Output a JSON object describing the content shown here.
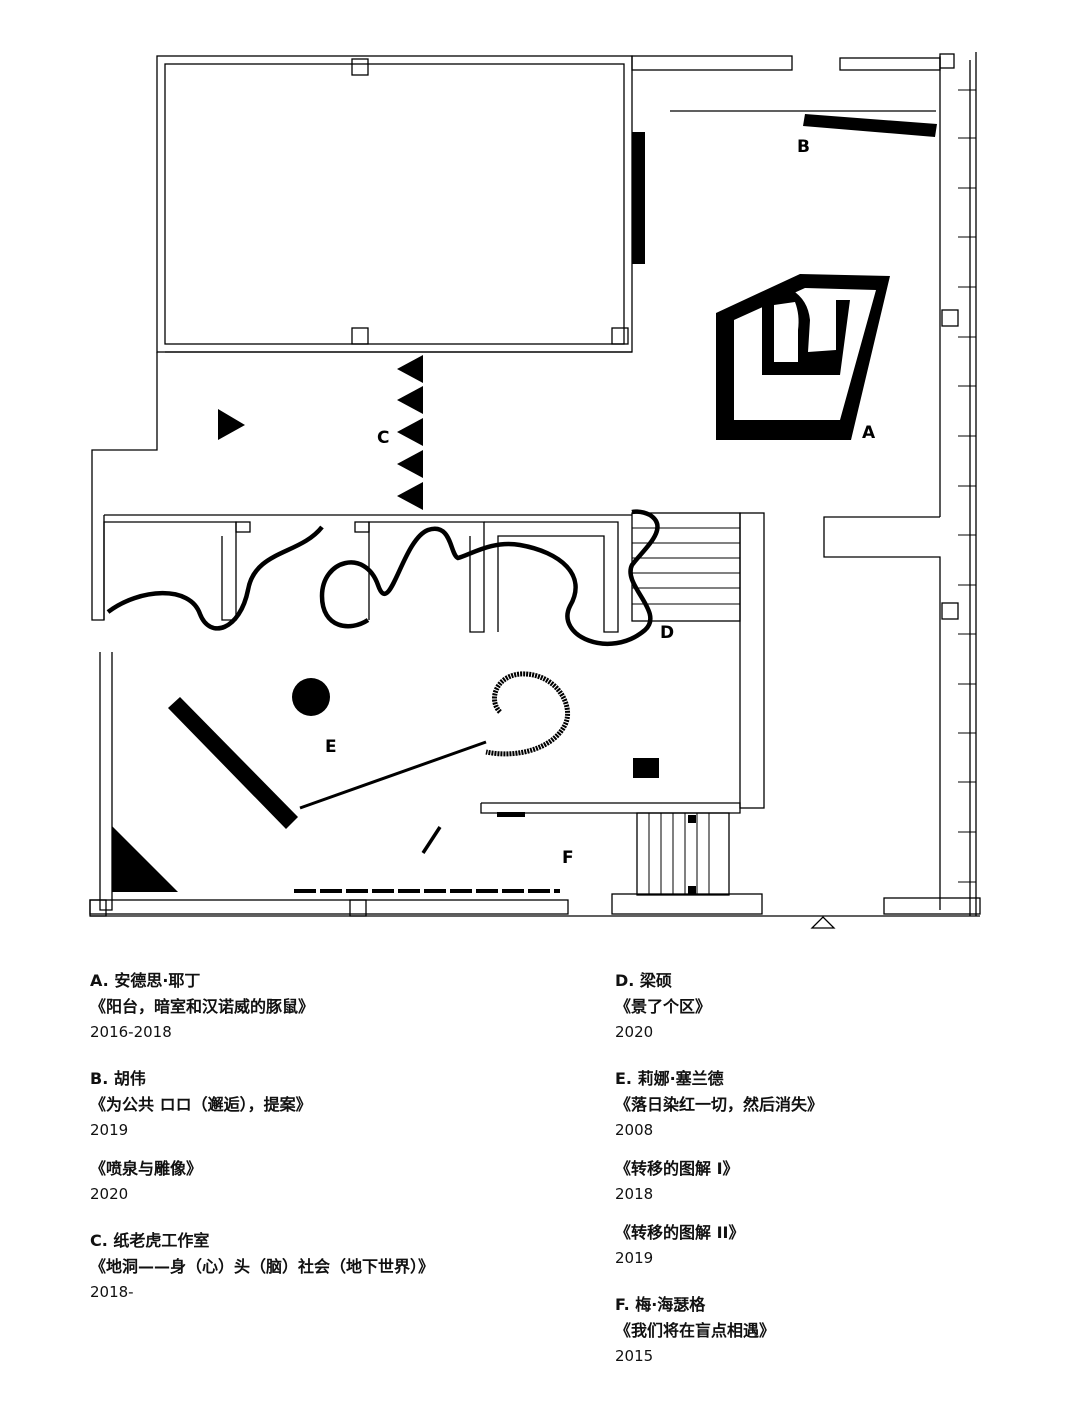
{
  "plan": {
    "labels": {
      "A": "A",
      "B": "B",
      "C": "C",
      "D": "D",
      "E": "E",
      "F": "F"
    }
  },
  "legend": {
    "left": [
      {
        "artist": "A. 安德思·耶丁",
        "works": [
          {
            "title": "《阳台，暗室和汉诺威的豚鼠》",
            "year": "2016-2018"
          }
        ]
      },
      {
        "artist": "B. 胡伟",
        "works": [
          {
            "title": "《为公共 ロロ（邂逅），提案》",
            "year": "2019"
          },
          {
            "title": "《喷泉与雕像》",
            "year": "2020"
          }
        ]
      },
      {
        "artist": "C. 纸老虎工作室",
        "works": [
          {
            "title": "《地洞——身（心）头（脑）社会（地下世界）》",
            "year": "2018-"
          }
        ]
      }
    ],
    "right": [
      {
        "artist": "D. 梁硕",
        "works": [
          {
            "title": "《景了个区》",
            "year": "2020"
          }
        ]
      },
      {
        "artist": "E. 莉娜·塞兰德",
        "works": [
          {
            "title": "《落日染红一切，然后消失》",
            "year": "2008"
          },
          {
            "title": "《转移的图解 I》",
            "year": "2018"
          },
          {
            "title": "《转移的图解 II》",
            "year": "2019"
          }
        ]
      },
      {
        "artist": "F. 梅·海瑟格",
        "works": [
          {
            "title": "《我们将在盲点相遇》",
            "year": "2015"
          }
        ]
      }
    ]
  }
}
